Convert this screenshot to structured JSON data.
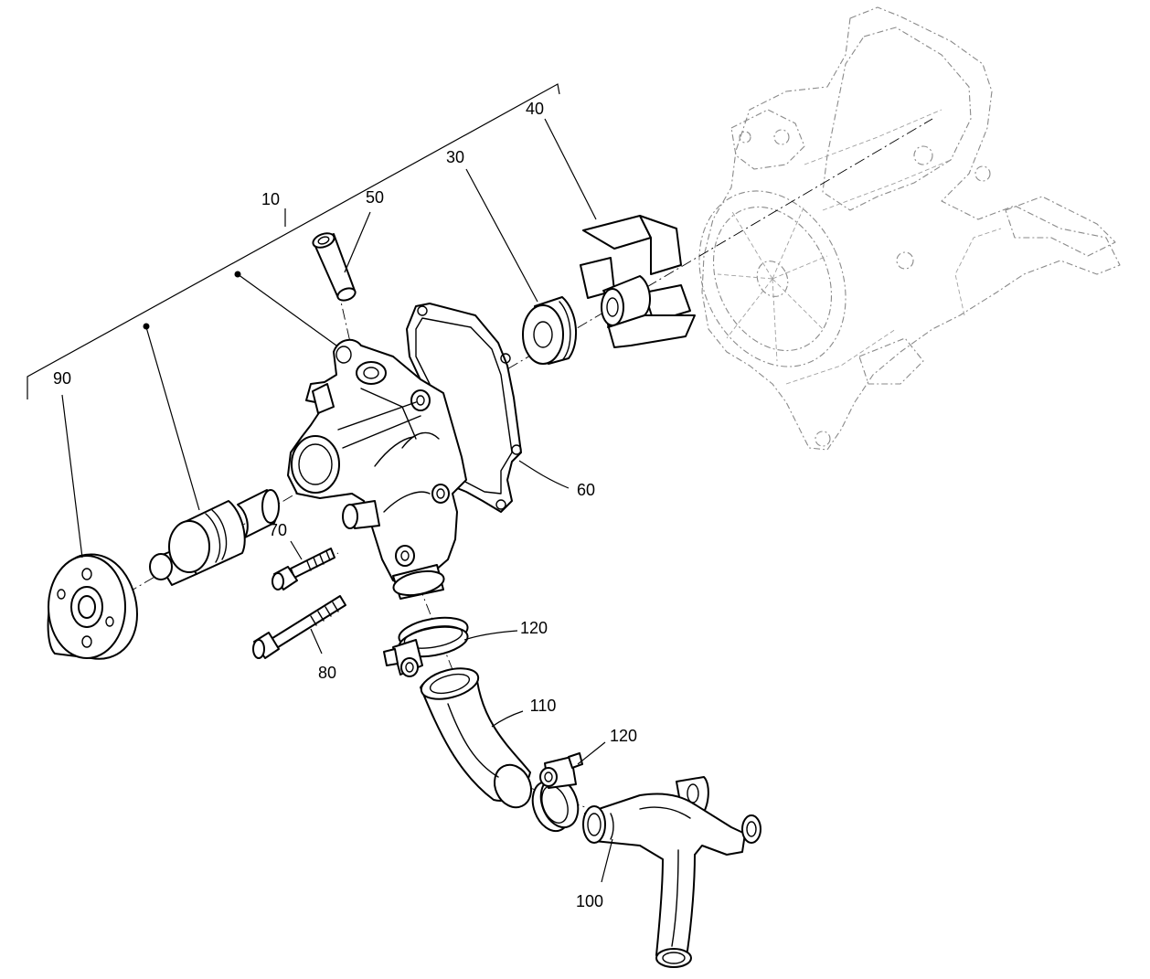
{
  "diagram": {
    "callouts": [
      {
        "id": "c10",
        "text": "10"
      },
      {
        "id": "c30",
        "text": "30"
      },
      {
        "id": "c40",
        "text": "40"
      },
      {
        "id": "c50",
        "text": "50"
      },
      {
        "id": "c60",
        "text": "60"
      },
      {
        "id": "c70",
        "text": "70"
      },
      {
        "id": "c80",
        "text": "80"
      },
      {
        "id": "c90",
        "text": "90"
      },
      {
        "id": "c100",
        "text": "100"
      },
      {
        "id": "c110",
        "text": "110"
      },
      {
        "id": "c120a",
        "text": "120"
      },
      {
        "id": "c120b",
        "text": "120"
      }
    ]
  }
}
